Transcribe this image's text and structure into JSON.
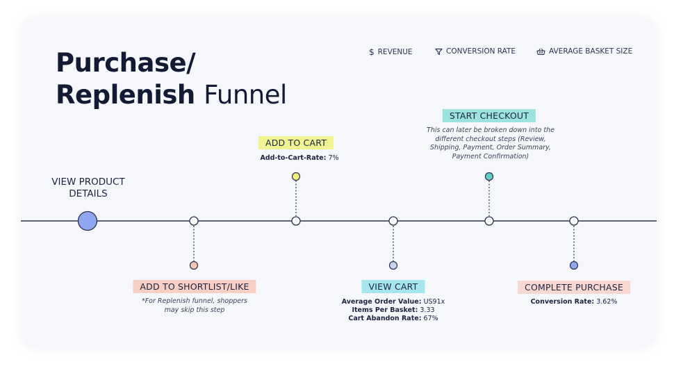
{
  "title": {
    "bold1": "Purchase/",
    "bold2": "Replenish",
    "light": "Funnel"
  },
  "legend": [
    {
      "icon": "dollar-icon",
      "label": "REVENUE"
    },
    {
      "icon": "filter-icon",
      "label": "CONVERSION RATE"
    },
    {
      "icon": "basket-icon",
      "label": "AVERAGE BASKET SIZE"
    }
  ],
  "stages": {
    "view_product": {
      "label": "VIEW PRODUCT DETAILS",
      "color": "#8fa6f0"
    },
    "shortlist": {
      "label": "ADD TO SHORTLIST/LIKE",
      "color": "#f7cfc3",
      "note": "*For Replenish funnel, shoppers may skip this step"
    },
    "add_to_cart": {
      "label": "ADD TO CART",
      "color": "#f1f391",
      "metric_label": "Add-to-Cart-Rate:",
      "metric_value": "7%"
    },
    "view_cart": {
      "label": "VIEW CART",
      "color": "#a4e6ec",
      "metrics": [
        {
          "label": "Average Order Value:",
          "value": "US91x"
        },
        {
          "label": "Items Per Basket:",
          "value": "3.33"
        },
        {
          "label": "Cart Abandon Rate:",
          "value": "67%"
        }
      ]
    },
    "start_checkout": {
      "label": "START CHECKOUT",
      "color": "#9be3dc",
      "note": "This can later be broken down into the different checkout steps (Review, Shipping, Payment, Order Summary, Payment Confirmation)"
    },
    "complete_purchase": {
      "label": "COMPLETE PURCHASE",
      "color": "#f9d8d2",
      "metric_label": "Conversion Rate:",
      "metric_value": "3.62%"
    }
  },
  "colors": {
    "line": "#2a3150",
    "dot_view_product": "#8fa6f0",
    "dot_shortlist": "#f3c7b8",
    "dot_add_to_cart": "#f2f07a",
    "dot_view_cart": "#c8d3ec",
    "dot_start_checkout": "#5fd0c4",
    "dot_complete_purchase": "#8fa6f0"
  }
}
